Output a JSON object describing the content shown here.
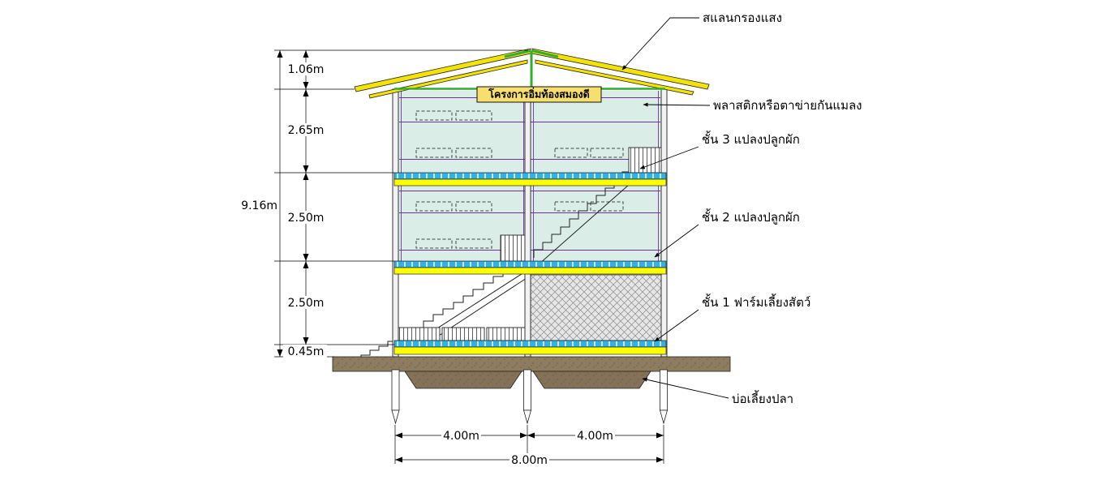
{
  "drawing": {
    "title": "โครงการอิ่มท้องสมองดี"
  },
  "dim_left": {
    "d1": "1.06m",
    "d2": "2.65m",
    "total": "9.16m",
    "d3": "2.50m",
    "d4": "2.50m",
    "d5": "0.45m"
  },
  "dim_bottom": {
    "left": "4.00m",
    "right": "4.00m",
    "total": "8.00m"
  },
  "callouts": {
    "roof": "สแลนกรองแสง",
    "net": "พลาสติกหรือตาข่ายกันแมลง",
    "floor3": "ชั้น 3 แปลงปลูกผัก",
    "floor2": "ชั้น 2 แปลงปลูกผัก",
    "floor1": "ชั้น 1 ฟาร์มเลี้ยงสัตว์",
    "pond": "บ่อเลี้ยงปลา"
  },
  "colors": {
    "roof_yellow": "#f2e205",
    "ridge_green": "#2fae2f",
    "wall_tint": "#daeee7",
    "frame_purple": "#7030a0",
    "band_blue": "#33b1e4",
    "band_yellow": "#ffff00",
    "ground_brown": "#8d7c60",
    "pond_brown": "#837257",
    "mesh_gray": "#e6e6e6",
    "title_bg": "#f6df6e",
    "title_text": "#8b0000"
  }
}
